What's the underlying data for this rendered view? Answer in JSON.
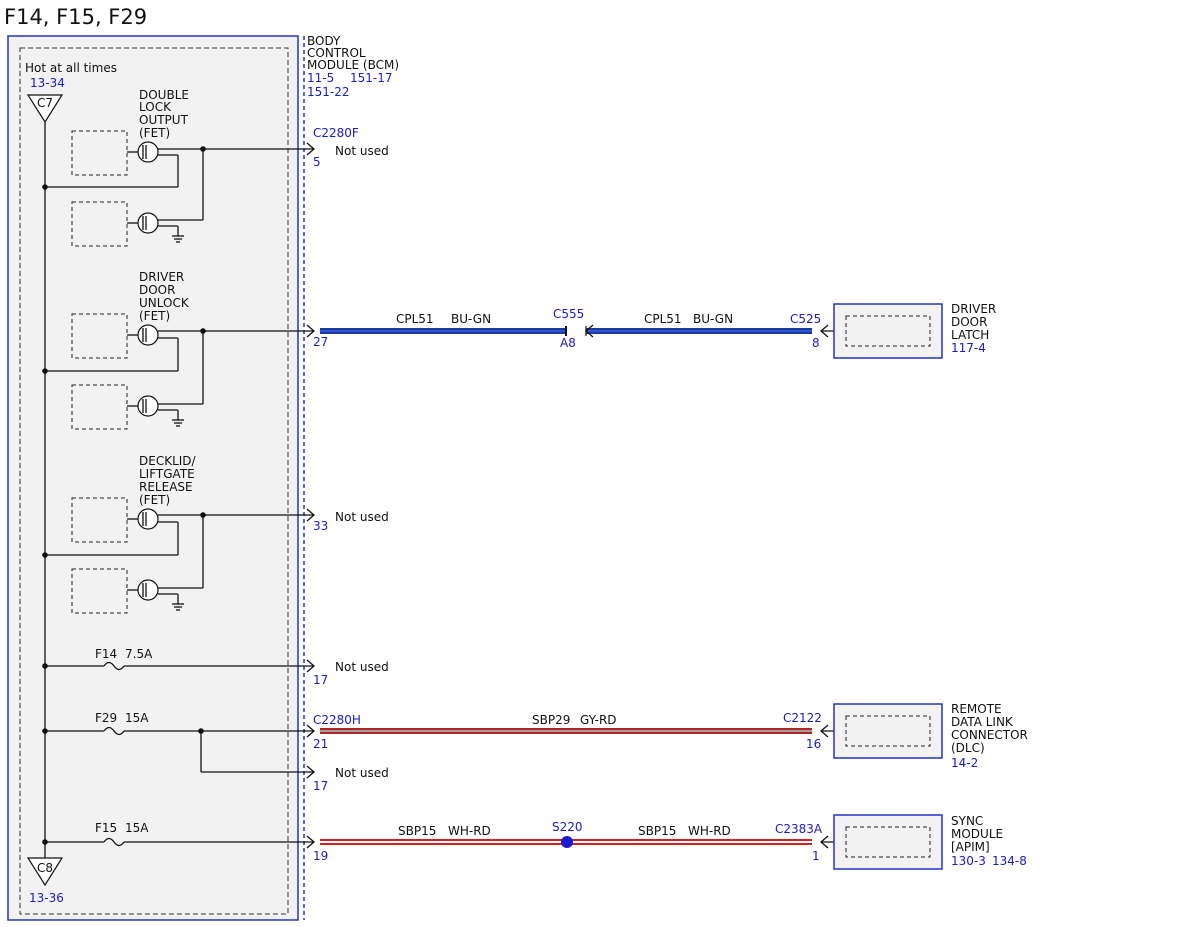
{
  "title": "F14, F15, F29",
  "bcm": {
    "name_lines": [
      "BODY",
      "CONTROL",
      "MODULE (BCM)"
    ],
    "refs": [
      "11-5",
      "151-17",
      "151-22"
    ],
    "hot_label": "Hot at all times",
    "top_ground": {
      "ref": "13-34",
      "label": "C7"
    },
    "bottom_ground": {
      "ref": "13-36",
      "label": "C8"
    }
  },
  "fets": [
    {
      "label_lines": [
        "DOUBLE",
        "LOCK",
        "OUTPUT",
        "(FET)"
      ]
    },
    {
      "label_lines": [
        "DRIVER",
        "DOOR",
        "UNLOCK",
        "(FET)"
      ]
    },
    {
      "label_lines": [
        "DECKLID/",
        "LIFTGATE",
        "RELEASE",
        "(FET)"
      ]
    }
  ],
  "fuses": [
    {
      "id": "F14",
      "rating": "7.5A"
    },
    {
      "id": "F29",
      "rating": "15A"
    },
    {
      "id": "F15",
      "rating": "15A"
    }
  ],
  "connector_c2280f": "C2280F",
  "connector_c2280h": "C2280H",
  "pins": {
    "p5": "5",
    "p27": "27",
    "p33": "33",
    "p17a": "17",
    "p21": "21",
    "p17b": "17",
    "p19": "19"
  },
  "not_used": "Not used",
  "wires": {
    "cpl51_a": {
      "circuit": "CPL51",
      "color": "BU-GN"
    },
    "cpl51_b": {
      "circuit": "CPL51",
      "color": "BU-GN"
    },
    "sbp29": {
      "circuit": "SBP29",
      "color": "GY-RD"
    },
    "sbp15_a": {
      "circuit": "SBP15",
      "color": "WH-RD"
    },
    "sbp15_b": {
      "circuit": "SBP15",
      "color": "WH-RD"
    }
  },
  "inline": {
    "c555": {
      "label": "C555",
      "pin": "A8"
    },
    "c525": {
      "label": "C525",
      "pin": "8"
    },
    "c2122": {
      "label": "C2122",
      "pin": "16"
    },
    "s220": {
      "label": "S220"
    },
    "c2383a": {
      "label": "C2383A",
      "pin": "1"
    }
  },
  "components": {
    "driver_door_latch": {
      "name_lines": [
        "DRIVER",
        "DOOR",
        "LATCH"
      ],
      "refs": [
        "117-4"
      ]
    },
    "dlc": {
      "name_lines": [
        "REMOTE",
        "DATA LINK",
        "CONNECTOR",
        "(DLC)"
      ],
      "refs": [
        "14-2"
      ]
    },
    "sync": {
      "name_lines": [
        "SYNC",
        "MODULE",
        "[APIM]"
      ],
      "refs": [
        "130-3",
        "134-8"
      ]
    }
  },
  "colors": {
    "label_blue": "#1a1ad0",
    "frame_blue": "#2233cc",
    "wire_blue": "#1a3aa8",
    "wire_red": "#d02020",
    "wire_gray": "#999999"
  }
}
